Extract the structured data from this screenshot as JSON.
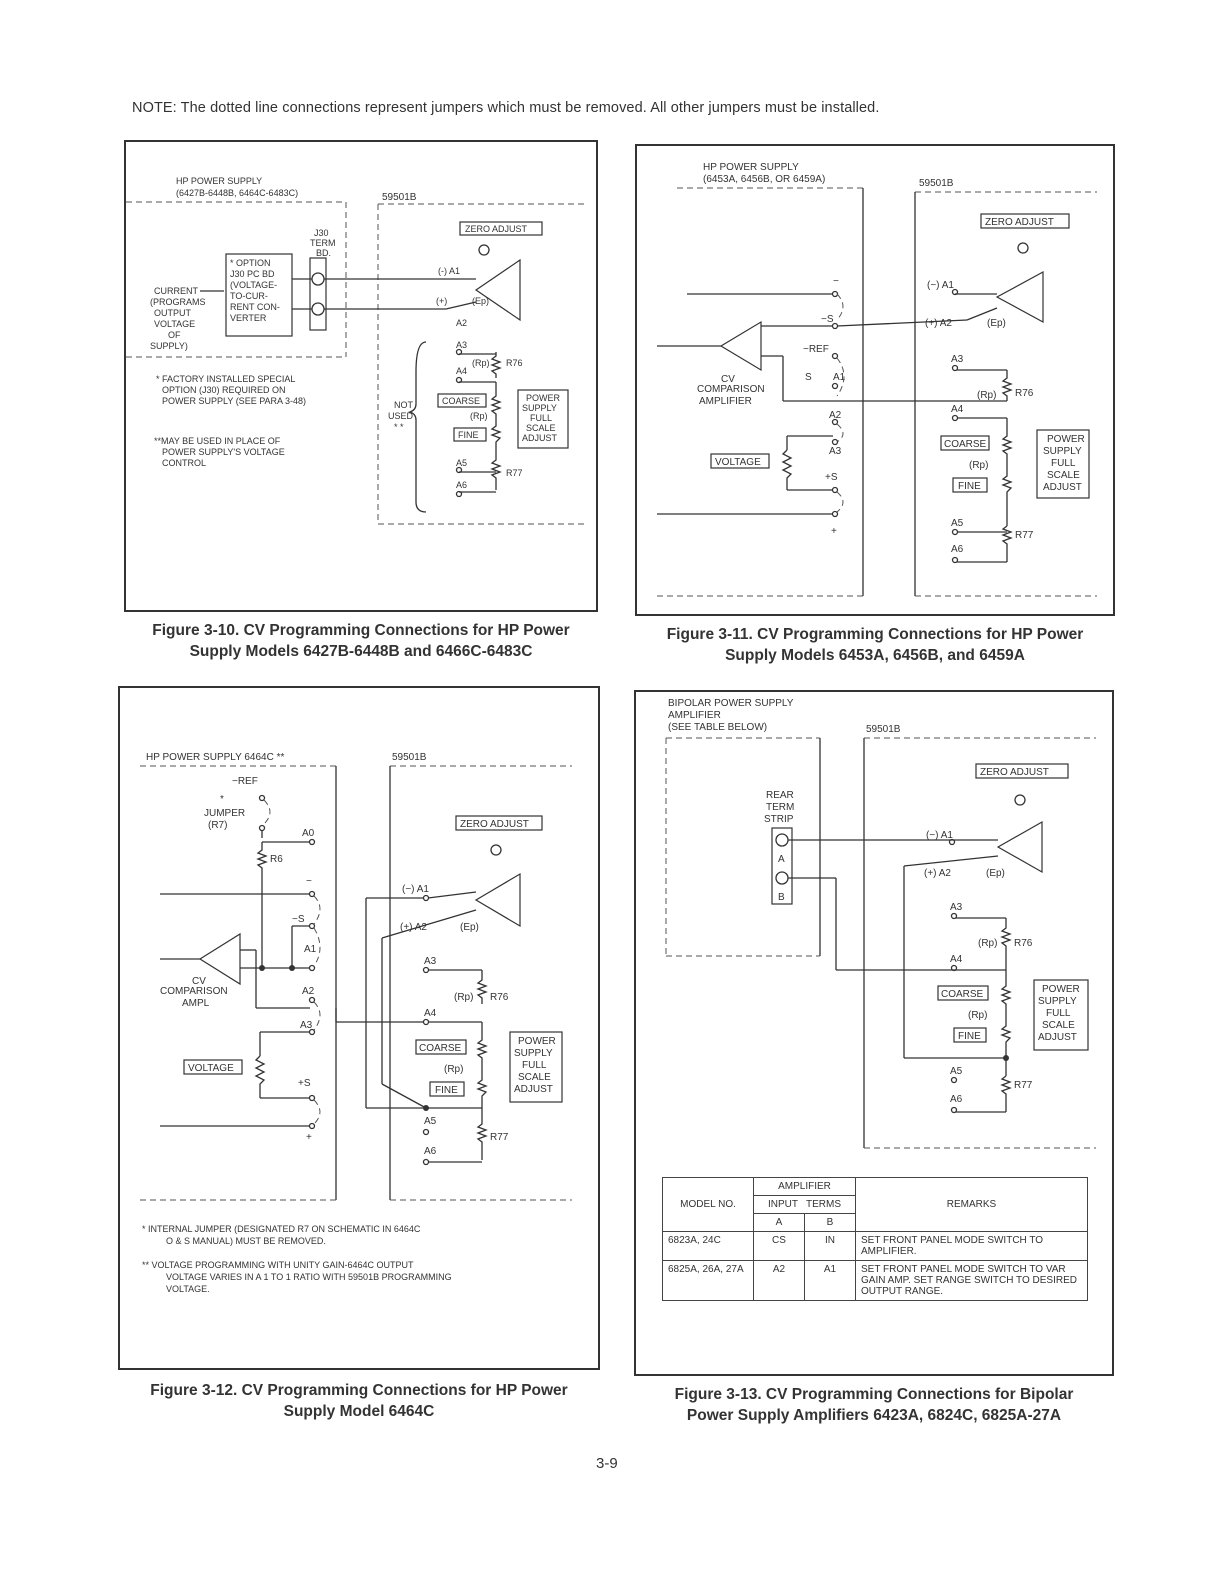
{
  "note": "NOTE:  The dotted line connections represent jumpers which must be removed.  All other jumpers must be installed.",
  "fig10": {
    "caption_line1": "Figure 3-10. CV Programming Connections for HP Power",
    "caption_line2": "Supply Models 6427B-6448B and 6466C-6483C",
    "hp_label1": "HP POWER SUPPLY",
    "hp_label2": "(6427B-6448B, 6464C-6483C)",
    "unit": "59501B",
    "j30_1": "J30",
    "j30_2": "TERM",
    "j30_3": "BD.",
    "option_1": "* OPTION",
    "option_2": "J30 PC BD",
    "option_3": "(VOLTAGE-",
    "option_4": "TO-CUR-",
    "option_5": "RENT CON-",
    "option_6": "VERTER",
    "current_1": "CURRENT",
    "current_2": "(PROGRAMS",
    "current_3": "OUTPUT",
    "current_4": "VOLTAGE",
    "current_5": "OF",
    "current_6": "SUPPLY)",
    "zero_adjust": "ZERO ADJUST",
    "a1": "(-) A1",
    "a2": "(+)",
    "ep": "(Ep)",
    "a2b": "A2",
    "a3": "A3",
    "rp": "(Rp)",
    "r76": "R76",
    "a4": "A4",
    "coarse": "COARSE",
    "rp2": "(Rp)",
    "fine": "FINE",
    "a5": "A5",
    "r77": "R77",
    "a6": "A6",
    "psfs_1": "POWER",
    "psfs_2": "SUPPLY",
    "psfs_3": "FULL",
    "psfs_4": "SCALE",
    "psfs_5": "ADJUST",
    "notused_1": "NOT",
    "notused_2": "USED",
    "notused_3": "* *",
    "fn1_1": "*  FACTORY INSTALLED SPECIAL",
    "fn1_2": "OPTION (J30) REQUIRED ON",
    "fn1_3": "POWER SUPPLY (SEE PARA 3-48)",
    "fn2_1": "**MAY BE USED IN PLACE OF",
    "fn2_2": "POWER SUPPLY'S VOLTAGE",
    "fn2_3": "CONTROL"
  },
  "fig11": {
    "caption_line1": "Figure 3-11. CV Programming Connections for HP Power",
    "caption_line2": "Supply Models 6453A, 6456B, and 6459A",
    "hp_label1": "HP POWER SUPPLY",
    "hp_label2": "(6453A, 6456B, OR 6459A)",
    "unit": "59501B",
    "zero_adjust": "ZERO ADJUST",
    "minus": "−",
    "ms": "−S",
    "mref": "−REF",
    "s": "S",
    "a1": "A1",
    "a2": "A2",
    "a3": "A3",
    "ps": "+S",
    "plus": "+",
    "cv_1": "CV",
    "cv_2": "COMPARISON",
    "cv_3": "AMPLIFIER",
    "voltage": "VOLTAGE",
    "ra1": "(−)  A1",
    "ra2": "(+)  A2",
    "ep": "(Ep)",
    "ra3": "A3",
    "rp": "(Rp)",
    "r76": "R76",
    "ra4": "A4",
    "coarse": "COARSE",
    "rp2": "(Rp)",
    "fine": "FINE",
    "ra5": "A5",
    "r77": "R77",
    "ra6": "A6",
    "psfs_1": "POWER",
    "psfs_2": "SUPPLY",
    "psfs_3": "FULL",
    "psfs_4": "SCALE",
    "psfs_5": "ADJUST"
  },
  "fig12": {
    "caption_line1": "Figure 3-12. CV Programming Connections for HP Power",
    "caption_line2": "Supply Model 6464C",
    "hp_label": "HP POWER SUPPLY 6464C **",
    "unit": "59501B",
    "zero_adjust": "ZERO ADJUST",
    "mref": "−REF",
    "star": "*",
    "jumper": "JUMPER",
    "r7": "(R7)",
    "a0": "A0",
    "r6": "R6",
    "minus": "−",
    "ms": "−S",
    "a1": "A1",
    "a2": "A2",
    "a3": "A3",
    "ps": "+S",
    "plus": "+",
    "cv_1": "CV",
    "cv_2": "COMPARISON",
    "cv_3": "AMPL",
    "voltage": "VOLTAGE",
    "ra1": "(−)  A1",
    "ra2": "(+)  A2",
    "ep": "(Ep)",
    "ra3": "A3",
    "rp": "(Rp)",
    "r76": "R76",
    "ra4": "A4",
    "coarse": "COARSE",
    "rp2": "(Rp)",
    "fine": "FINE",
    "ra5": "A5",
    "r77": "R77",
    "ra6": "A6",
    "psfs_1": "POWER",
    "psfs_2": "SUPPLY",
    "psfs_3": "FULL",
    "psfs_4": "SCALE",
    "psfs_5": "ADJUST",
    "fn1_1": "*  INTERNAL JUMPER (DESIGNATED R7 ON SCHEMATIC IN 6464C",
    "fn1_2": "O & S MANUAL) MUST BE REMOVED.",
    "fn2_1": "** VOLTAGE PROGRAMMING WITH UNITY GAIN-6464C OUTPUT",
    "fn2_2": "VOLTAGE VARIES IN A 1 TO 1 RATIO WITH 59501B PROGRAMMING",
    "fn2_3": "VOLTAGE."
  },
  "fig13": {
    "caption_line1": "Figure 3-13. CV Programming Connections for Bipolar",
    "caption_line2": "Power Supply Amplifiers 6423A, 6824C, 6825A-27A",
    "bp_1": "BIPOLAR POWER SUPPLY",
    "bp_2": "AMPLIFIER",
    "bp_3": "(SEE TABLE BELOW)",
    "unit": "59501B",
    "zero_adjust": "ZERO ADJUST",
    "rear_1": "REAR",
    "rear_2": "TERM",
    "rear_3": "STRIP",
    "ta": "A",
    "tb": "B",
    "ra1": "(−)  A1",
    "ra2": "(+)  A2",
    "ep": "(Ep)",
    "ra3": "A3",
    "rp": "(Rp)",
    "r76": "R76",
    "ra4": "A4",
    "coarse": "COARSE",
    "rp2": "(Rp)",
    "fine": "FINE",
    "ra5": "A5",
    "r77": "R77",
    "ra6": "A6",
    "psfs_1": "POWER",
    "psfs_2": "SUPPLY",
    "psfs_3": "FULL",
    "psfs_4": "SCALE",
    "psfs_5": "ADJUST",
    "table": {
      "h_model": "MODEL NO.",
      "h_amp": "AMPLIFIER",
      "h_input": "INPUT",
      "h_terms": "TERMS",
      "h_a": "A",
      "h_b": "B",
      "h_remarks": "REMARKS",
      "rows": [
        {
          "model": "6823A, 24C",
          "a": "CS",
          "b": "IN",
          "remarks": "SET FRONT PANEL MODE SWITCH TO AMPLIFIER."
        },
        {
          "model": "6825A, 26A, 27A",
          "a": "A2",
          "b": "A1",
          "remarks": "SET FRONT PANEL MODE SWITCH TO VAR GAIN AMP. SET RANGE SWITCH TO DESIRED OUTPUT RANGE."
        }
      ]
    }
  },
  "page_number": "3-9"
}
